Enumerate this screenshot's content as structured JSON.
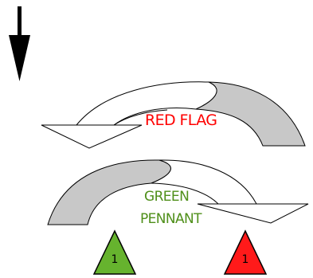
{
  "colors": {
    "red_text": "#ff0000",
    "green_text": "#4f8f1a",
    "arrow_fill": "#c8c8c8",
    "arrow_stroke": "#000000",
    "marker_green": "#66b32e",
    "marker_red": "#ff1a1a"
  },
  "labels": {
    "red_flag": "RED FLAG",
    "green_pennant_line1": "GREEN",
    "green_pennant_line2": "PENNANT"
  },
  "markers": [
    {
      "color": "green",
      "number": "1"
    },
    {
      "color": "red",
      "number": "1"
    }
  ],
  "icons": {
    "down_arrow": "down-arrow-icon"
  }
}
